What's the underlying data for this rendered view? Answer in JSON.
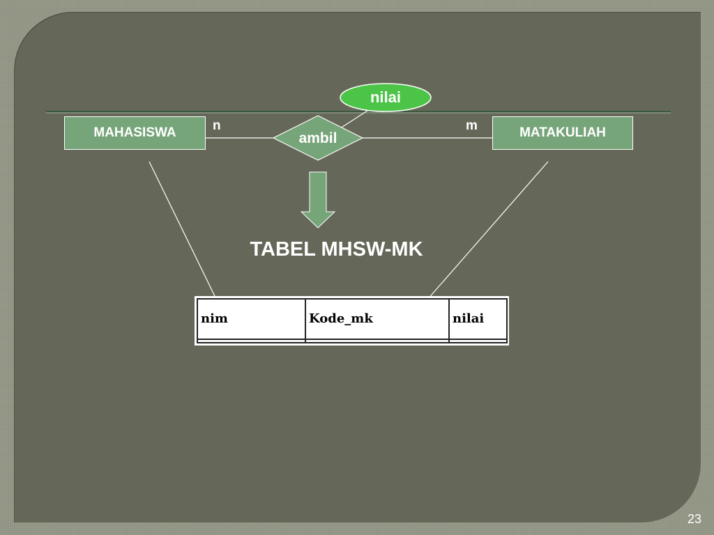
{
  "diagram": {
    "entities": {
      "left": "MAHASISWA",
      "right": "MATAKULIAH"
    },
    "relationship": "ambil",
    "attribute": "nilai",
    "cardinality": {
      "left": "n",
      "right": "m"
    }
  },
  "table": {
    "title": "TABEL MHSW-MK",
    "columns": [
      "nim",
      "Kode_mk",
      "nilai"
    ],
    "rows": [
      [
        "",
        "",
        ""
      ]
    ]
  },
  "slide": {
    "number": "23"
  },
  "colors": {
    "entity_fill": "#77a57a",
    "attribute_fill": "#4cc447",
    "background": "#656858"
  }
}
